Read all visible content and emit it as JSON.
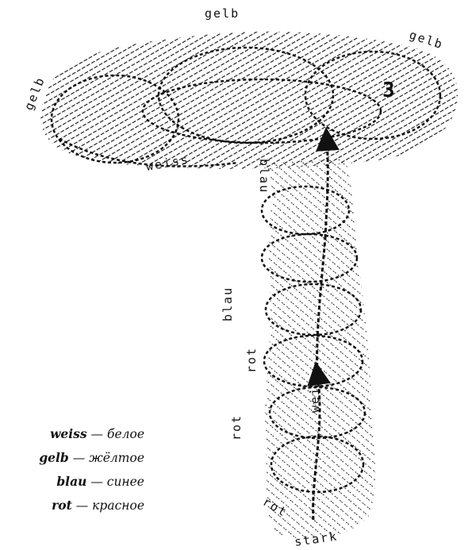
{
  "figure": {
    "stroke_color": "#111111",
    "background": "#ffffff",
    "labels": {
      "top": "gelb",
      "top_right": "gelb",
      "left": "gelb",
      "center_weiss": "weiss",
      "stem_blau_top": "blau",
      "stem_blau_left": "blau",
      "stem_rot_left": "rot",
      "stem_rot_bottom_left": "rot",
      "stem_weiss": "weiss",
      "bottom_rot": "rot",
      "bottom_stark": "stark",
      "number": "3"
    }
  },
  "legend": [
    {
      "term": "weiss",
      "dash": "—",
      "meaning": "белое"
    },
    {
      "term": "gelb",
      "dash": "—",
      "meaning": "жёлтое"
    },
    {
      "term": "blau",
      "dash": "—",
      "meaning": "синее"
    },
    {
      "term": "rot",
      "dash": "—",
      "meaning": "красное"
    }
  ]
}
